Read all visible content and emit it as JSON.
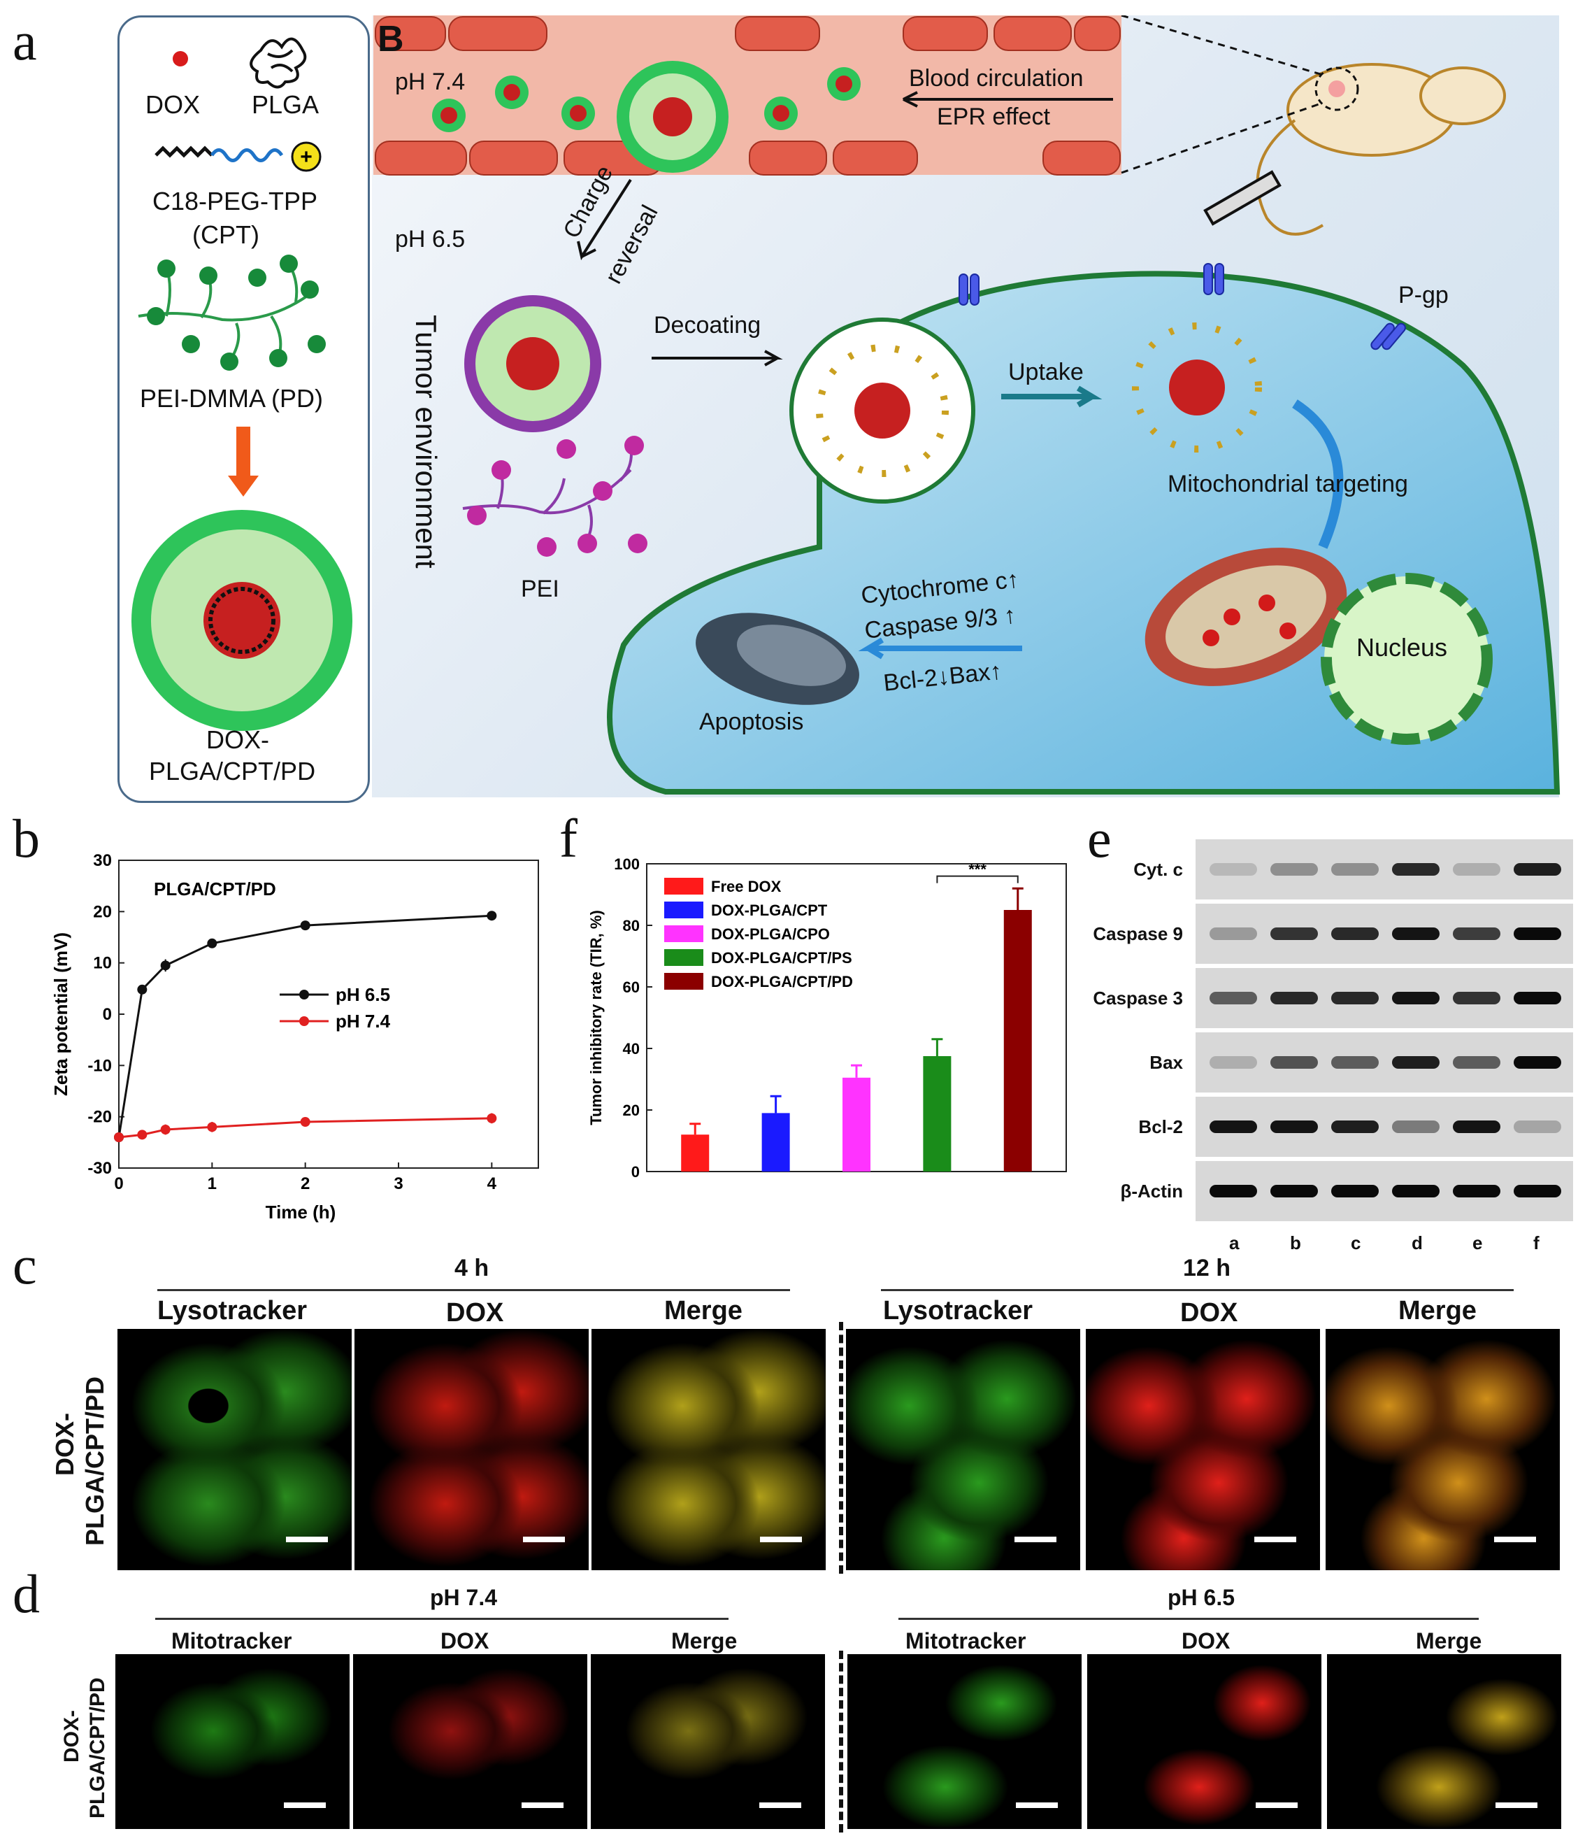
{
  "panel_letters": {
    "a": "a",
    "b": "b",
    "c": "c",
    "d": "d",
    "e": "e",
    "f": "f",
    "B": "B"
  },
  "panel_a": {
    "dox": "DOX",
    "plga": "PLGA",
    "cpt_line1": "C18-PEG-TPP",
    "cpt_line2": "(CPT)",
    "pd": "PEI-DMMA (PD)",
    "product_line1": "DOX-",
    "product_line2": "PLGA/CPT/PD"
  },
  "scheme": {
    "ph74": "pH 7.4",
    "ph65": "pH 6.5",
    "blood_circulation": "Blood circulation",
    "epr": "EPR effect",
    "charge": "Charge",
    "reversal": "reversal",
    "tumor_env": "Tumor environment",
    "decoating": "Decoating",
    "uptake": "Uptake",
    "pgp": "P-gp",
    "mito_targeting": "Mitochondrial targeting",
    "pei": "PEI",
    "cytochrome": "Cytochrome c↑",
    "caspase": "Caspase 9/3 ↑",
    "bcl": "Bcl-2↓Bax↑",
    "apoptosis": "Apoptosis",
    "nucleus": "Nucleus"
  },
  "chart_data": [
    {
      "type": "line",
      "title": "PLGA/CPT/PD",
      "xlabel": "Time (h)",
      "ylabel": "Zeta potential (mV)",
      "xlim": [
        0,
        4.5
      ],
      "ylim": [
        -30,
        30
      ],
      "xticks": [
        0,
        1,
        2,
        3,
        4
      ],
      "yticks": [
        -30,
        -20,
        -10,
        0,
        10,
        20,
        30
      ],
      "series": [
        {
          "name": "pH 6.5",
          "color": "#111111",
          "x": [
            0,
            0.25,
            0.5,
            1,
            2,
            4
          ],
          "y": [
            -24,
            4.8,
            9.5,
            13.8,
            17.3,
            19.2
          ],
          "err": [
            0.8,
            0.5,
            1.2,
            0.8,
            0.5,
            0.4
          ]
        },
        {
          "name": "pH 7.4",
          "color": "#e02020",
          "x": [
            0,
            0.25,
            0.5,
            1,
            2,
            4
          ],
          "y": [
            -24,
            -23.5,
            -22.5,
            -22,
            -21,
            -20.3
          ],
          "err": [
            0.5,
            0.5,
            1,
            1,
            0.6,
            1
          ]
        }
      ],
      "legend": "center-right"
    },
    {
      "type": "bar",
      "ylabel": "Tumor inhibitory rate (TIR, %)",
      "ylim": [
        0,
        100
      ],
      "yticks": [
        0,
        20,
        40,
        60,
        80,
        100
      ],
      "categories": [
        "Free DOX",
        "DOX-PLGA/CPT",
        "DOX-PLGA/CPO",
        "DOX-PLGA/CPT/PS",
        "DOX-PLGA/CPT/PD"
      ],
      "values": [
        12,
        19,
        30.5,
        37.5,
        85
      ],
      "errors": [
        3.5,
        5.5,
        4,
        5.5,
        7
      ],
      "colors": [
        "#ff1a1a",
        "#1a1aff",
        "#ff33ff",
        "#1a8c1a",
        "#8b0000"
      ],
      "significance": "***",
      "legend": "top-left"
    }
  ],
  "western_blot": {
    "rows": [
      "Cyt. c",
      "Caspase 9",
      "Caspase 3",
      "Bax",
      "Bcl-2",
      "β-Actin"
    ],
    "lanes": [
      "a",
      "b",
      "c",
      "d",
      "e",
      "f"
    ]
  },
  "panel_c": {
    "left_time": "4 h",
    "right_time": "12 h",
    "cols": [
      "Lysotracker",
      "DOX",
      "Merge"
    ],
    "row_label_1": "DOX-",
    "row_label_2": "PLGA/CPT/PD"
  },
  "panel_d": {
    "left_ph": "pH 7.4",
    "right_ph": "pH 6.5",
    "cols": [
      "Mitotracker",
      "DOX",
      "Merge"
    ],
    "row_label_1": "DOX-",
    "row_label_2": "PLGA/CPT/PD"
  }
}
